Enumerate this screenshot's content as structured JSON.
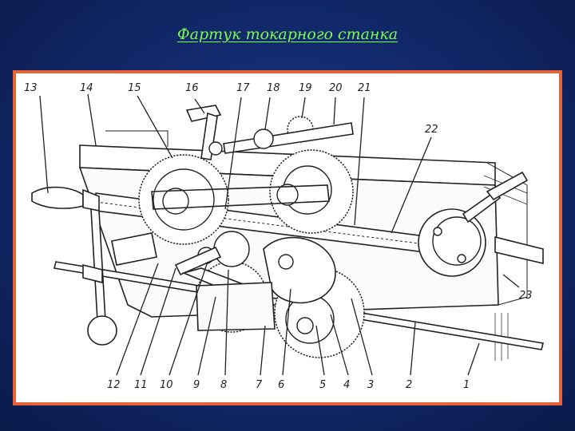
{
  "slide": {
    "title": "Фартук токарного станка"
  },
  "figure": {
    "frame_color": "#e7633a",
    "title_color": "#7CFC4A",
    "callouts": [
      "13",
      "14",
      "15",
      "16",
      "17",
      "18",
      "19",
      "20",
      "21",
      "22",
      "23",
      "12",
      "11",
      "10",
      "9",
      "8",
      "7",
      "6",
      "5",
      "4",
      "3",
      "2",
      "1"
    ]
  }
}
